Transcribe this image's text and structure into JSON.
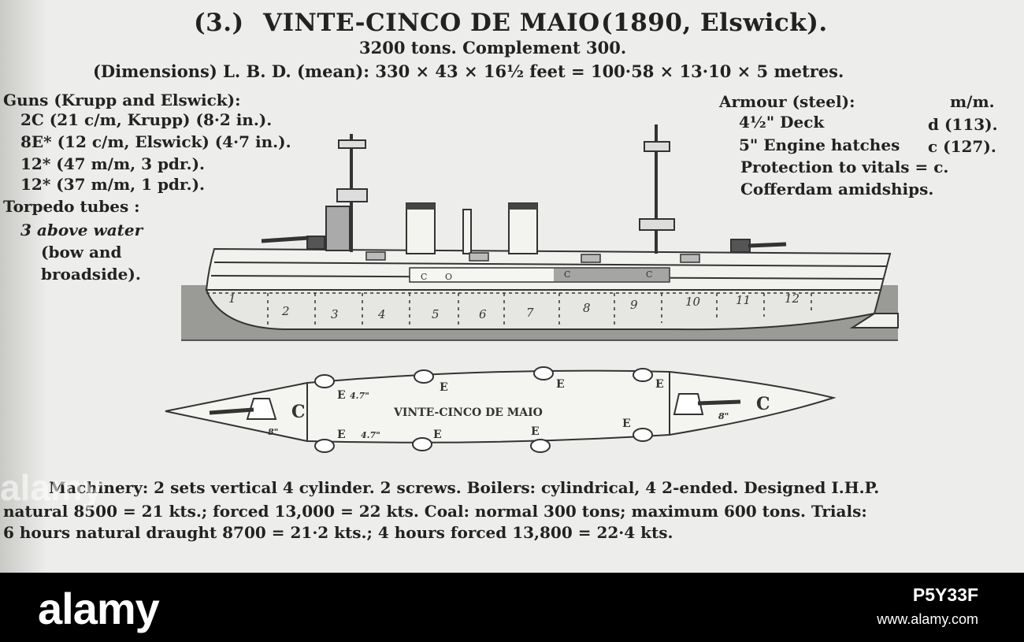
{
  "header": {
    "title_number": "(3.)",
    "title_name": "VINTE-CINCO DE MAIO",
    "title_info": "(1890, Elswick).",
    "tonnage": "3200 tons.   Complement 300.",
    "dimensions": "(Dimensions) L. B. D. (mean): 330 × 43 × 16½ feet = 100·58 × 13·10 × 5 metres."
  },
  "guns": {
    "heading": "Guns (Krupp and Elswick):",
    "lines": [
      "2C (21 c/m, Krupp) (8·2 in.).",
      "8E* (12 c/m, Elswick) (4·7 in.).",
      "12* (47 m/m, 3 pdr.).",
      "12* (37 m/m, 1 pdr.)."
    ],
    "torpedo_heading": "Torpedo tubes :",
    "torpedo_lines": [
      "3 above water",
      "(bow   and",
      "broadside)."
    ]
  },
  "armour": {
    "heading": "Armour (steel):",
    "unit": "m/m.",
    "deck": "4½\" Deck",
    "deck_value": "d (113).",
    "hatches": "5\" Engine hatches",
    "hatches_value": "c (127).",
    "protection": "Protection to vitals = c.",
    "cofferdam": "Cofferdam amidships."
  },
  "profile": {
    "compartments": [
      "1",
      "2",
      "3",
      "4",
      "5",
      "6",
      "7",
      "8",
      "9",
      "10",
      "11",
      "12"
    ],
    "hull_labels": [
      "C",
      "O",
      "C",
      "C"
    ]
  },
  "plan": {
    "ship_name": "VINTE-CINCO DE MAIO",
    "gun_c_label": "C",
    "gun_c_size": "8\"",
    "gun_e_label": "E",
    "gun_e_size": "4.7\""
  },
  "machinery": {
    "line1": "Machinery: 2 sets vertical 4 cylinder.   2 screws.   Boilers: cylindrical, 4 2-ended.   Designed I.H.P.",
    "line2": "natural 8500 = 21 kts.; forced 13,000 = 22 kts.   Coal: normal 300 tons; maximum 600 tons.   Trials:",
    "line3": "6 hours natural draught 8700 = 21·2 kts.; 4 hours forced 13,800 = 22·4 kts."
  },
  "footer": {
    "brand": "alamy",
    "image_id": "P5Y33F",
    "url": "www.alamy.com",
    "watermark": "alamy"
  }
}
